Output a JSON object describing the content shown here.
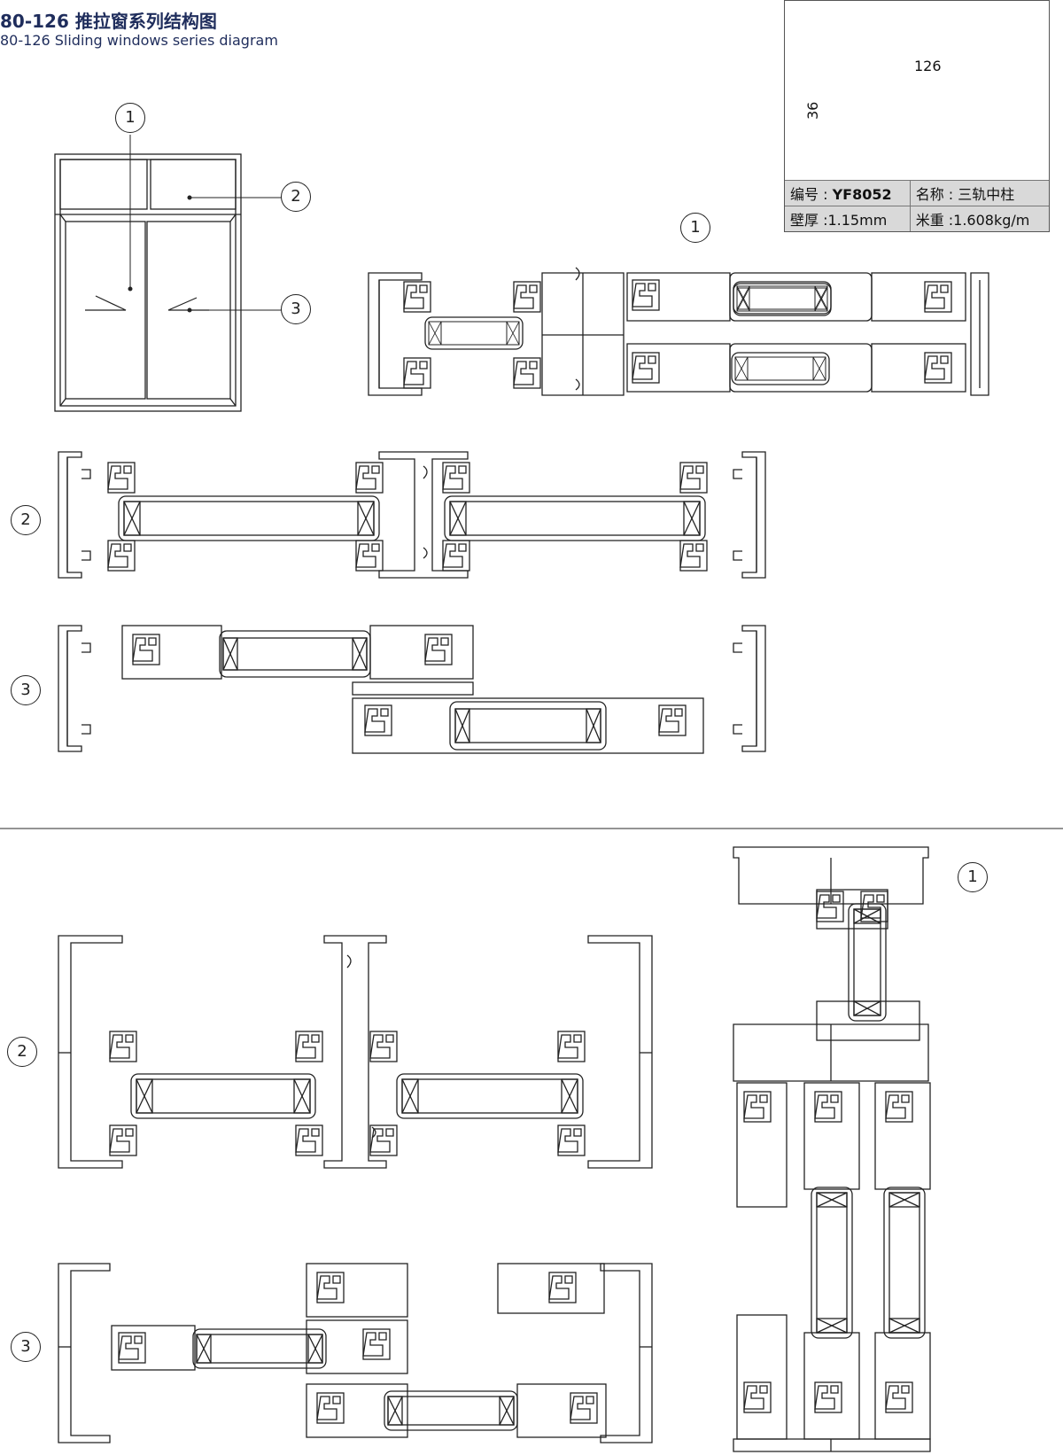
{
  "header": {
    "title_cn": "80-126 推拉窗系列结构图",
    "title_en": "80-126 Sliding windows series diagram"
  },
  "spec_card": {
    "dim_width": "126",
    "dim_height": "36",
    "code_label": "编号 : ",
    "code_value": "YF8052",
    "name_label": "名称 : 三轨中柱",
    "thickness_label": "壁厚 :1.15mm",
    "weight_label": "米重 :1.608kg/m"
  },
  "callouts": {
    "elevation": [
      "1",
      "2",
      "3"
    ],
    "top_sections": [
      "1",
      "2",
      "3"
    ],
    "bottom_sections": [
      "1",
      "2",
      "3"
    ]
  },
  "colors": {
    "title": "#1f2d5c",
    "line": "#222222",
    "table_bg": "#d9d9d9"
  }
}
